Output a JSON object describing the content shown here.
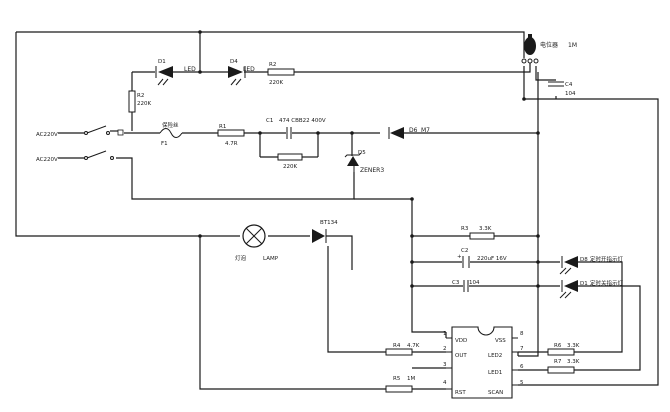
{
  "diagram": {
    "potentiometer": {
      "label": "电位器",
      "value": "1M"
    },
    "c4": {
      "ref": "C4",
      "value": "104"
    },
    "r2_top": {
      "ref": "R2",
      "value": "220K"
    },
    "r2_side": {
      "ref": "R2",
      "value": "220K"
    },
    "d1": {
      "ref": "D1",
      "value": "LED"
    },
    "d4": {
      "ref": "D4",
      "value": "LED"
    },
    "power_in_1": "AC220V",
    "power_in_2": "AC220V",
    "fuse": {
      "ref": "F1",
      "label": "保险丝"
    },
    "r1": {
      "ref": "R1",
      "value": "4.7R"
    },
    "c1": {
      "ref": "C1",
      "value": "474 CBB22 400V"
    },
    "r_mid": {
      "value": "220K"
    },
    "d6": {
      "ref": "D6",
      "value": "M7"
    },
    "d5": {
      "ref": "D5",
      "value": "ZENER3"
    },
    "triac": {
      "value": "BT134"
    },
    "lamp": {
      "label": "灯泡",
      "value": "LAMP"
    },
    "r3": {
      "ref": "R3",
      "value": "3.3K"
    },
    "c2": {
      "ref": "C2",
      "value": "220uF 16V"
    },
    "c3": {
      "ref": "C3",
      "value": "104"
    },
    "d8": {
      "ref": "D8",
      "value": "定时开指示灯"
    },
    "d_off": {
      "ref": "D1",
      "value": "定时关指示灯"
    },
    "r4": {
      "ref": "R4",
      "value": "4.7K"
    },
    "r5": {
      "ref": "R5",
      "value": "1M"
    },
    "r6": {
      "ref": "R6",
      "value": "3.3K"
    },
    "r7": {
      "ref": "R7",
      "value": "3.3K"
    },
    "ic": {
      "pins_left": [
        "1",
        "2",
        "3",
        "4"
      ],
      "pins_right": [
        "8",
        "7",
        "6",
        "5"
      ],
      "labels_left": [
        "VDD",
        "OUT",
        "",
        "RST"
      ],
      "labels_right": [
        "VSS",
        "LED2",
        "LED1",
        "SCAN"
      ]
    }
  }
}
